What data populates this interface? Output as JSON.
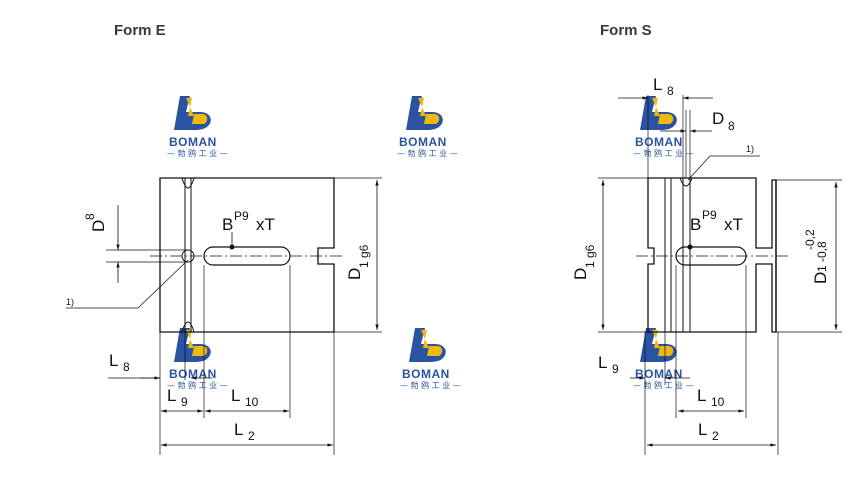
{
  "titles": {
    "form_e": "Form E",
    "form_s": "Form S"
  },
  "watermark": {
    "brand": "BOMAN",
    "subtitle": "— 勃 鸥 工 业 —"
  },
  "form_e": {
    "D8": "D",
    "D8_sub": "8",
    "note": "1)",
    "B": "B",
    "B_sup": "P9",
    "xT": "xT",
    "D1": "D",
    "D1_sub": "1 g6",
    "L8": "L",
    "L8_sub": "8",
    "L9": "L",
    "L9_sub": "9",
    "L10": "L",
    "L10_sub": "10",
    "L2": "L",
    "L2_sub": "2"
  },
  "form_s": {
    "L8": "L",
    "L8_sub": "8",
    "D8": "D",
    "D8_sub": "8",
    "note": "1)",
    "B": "B",
    "B_sup": "P9",
    "xT": "xT",
    "D1_left": "D",
    "D1_left_sub": "1 g6",
    "D1_right": "D",
    "D1_right_sub": "1 -0,8",
    "tol_top": "-0,2",
    "L9": "L",
    "L9_sub": "9",
    "L10": "L",
    "L10_sub": "10",
    "L2": "L",
    "L2_sub": "2"
  }
}
